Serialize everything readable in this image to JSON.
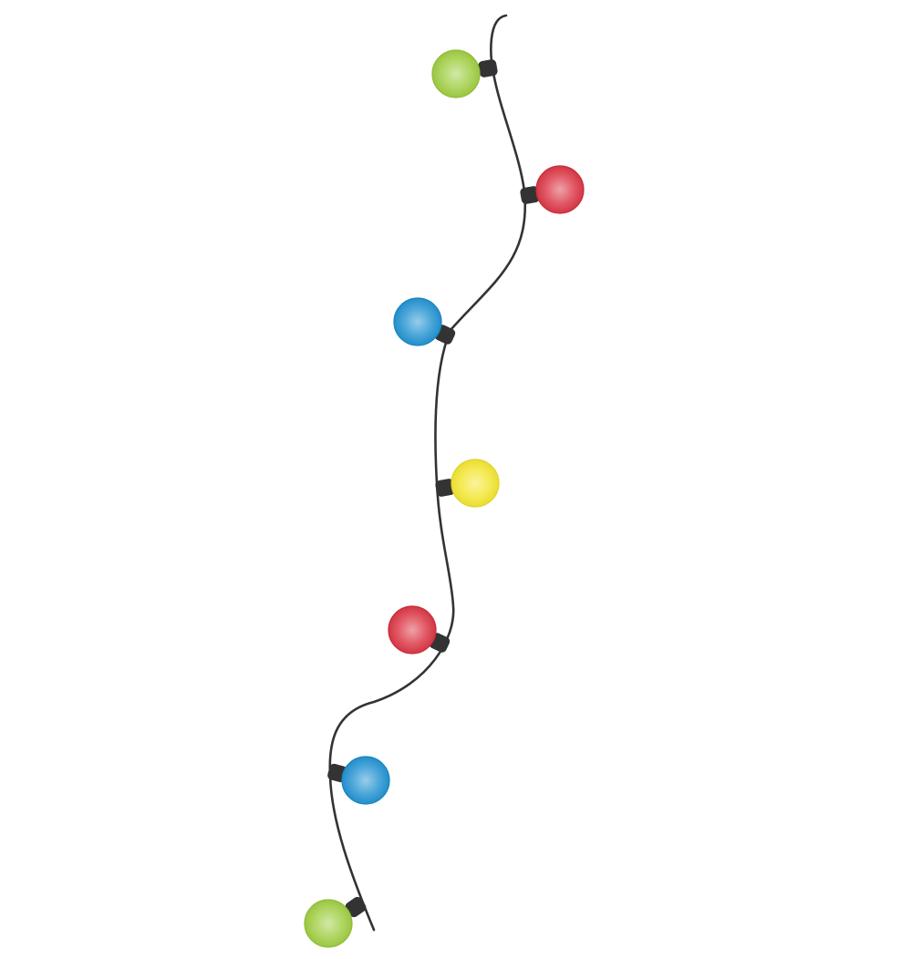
{
  "scene": {
    "wire_color": "#333333",
    "background": "#ffffff"
  },
  "bulbs": [
    {
      "color": "green",
      "hex": "#9ccc3c",
      "icon": "light-bulb-icon"
    },
    {
      "color": "red",
      "hex": "#d9303f",
      "icon": "light-bulb-icon"
    },
    {
      "color": "blue",
      "hex": "#1b8fd0",
      "icon": "light-bulb-icon"
    },
    {
      "color": "yellow",
      "hex": "#f2e52a",
      "icon": "light-bulb-icon"
    },
    {
      "color": "red",
      "hex": "#d9303f",
      "icon": "light-bulb-icon"
    },
    {
      "color": "blue",
      "hex": "#1b8fd0",
      "icon": "light-bulb-icon"
    },
    {
      "color": "green",
      "hex": "#9ccc3c",
      "icon": "light-bulb-icon"
    }
  ]
}
